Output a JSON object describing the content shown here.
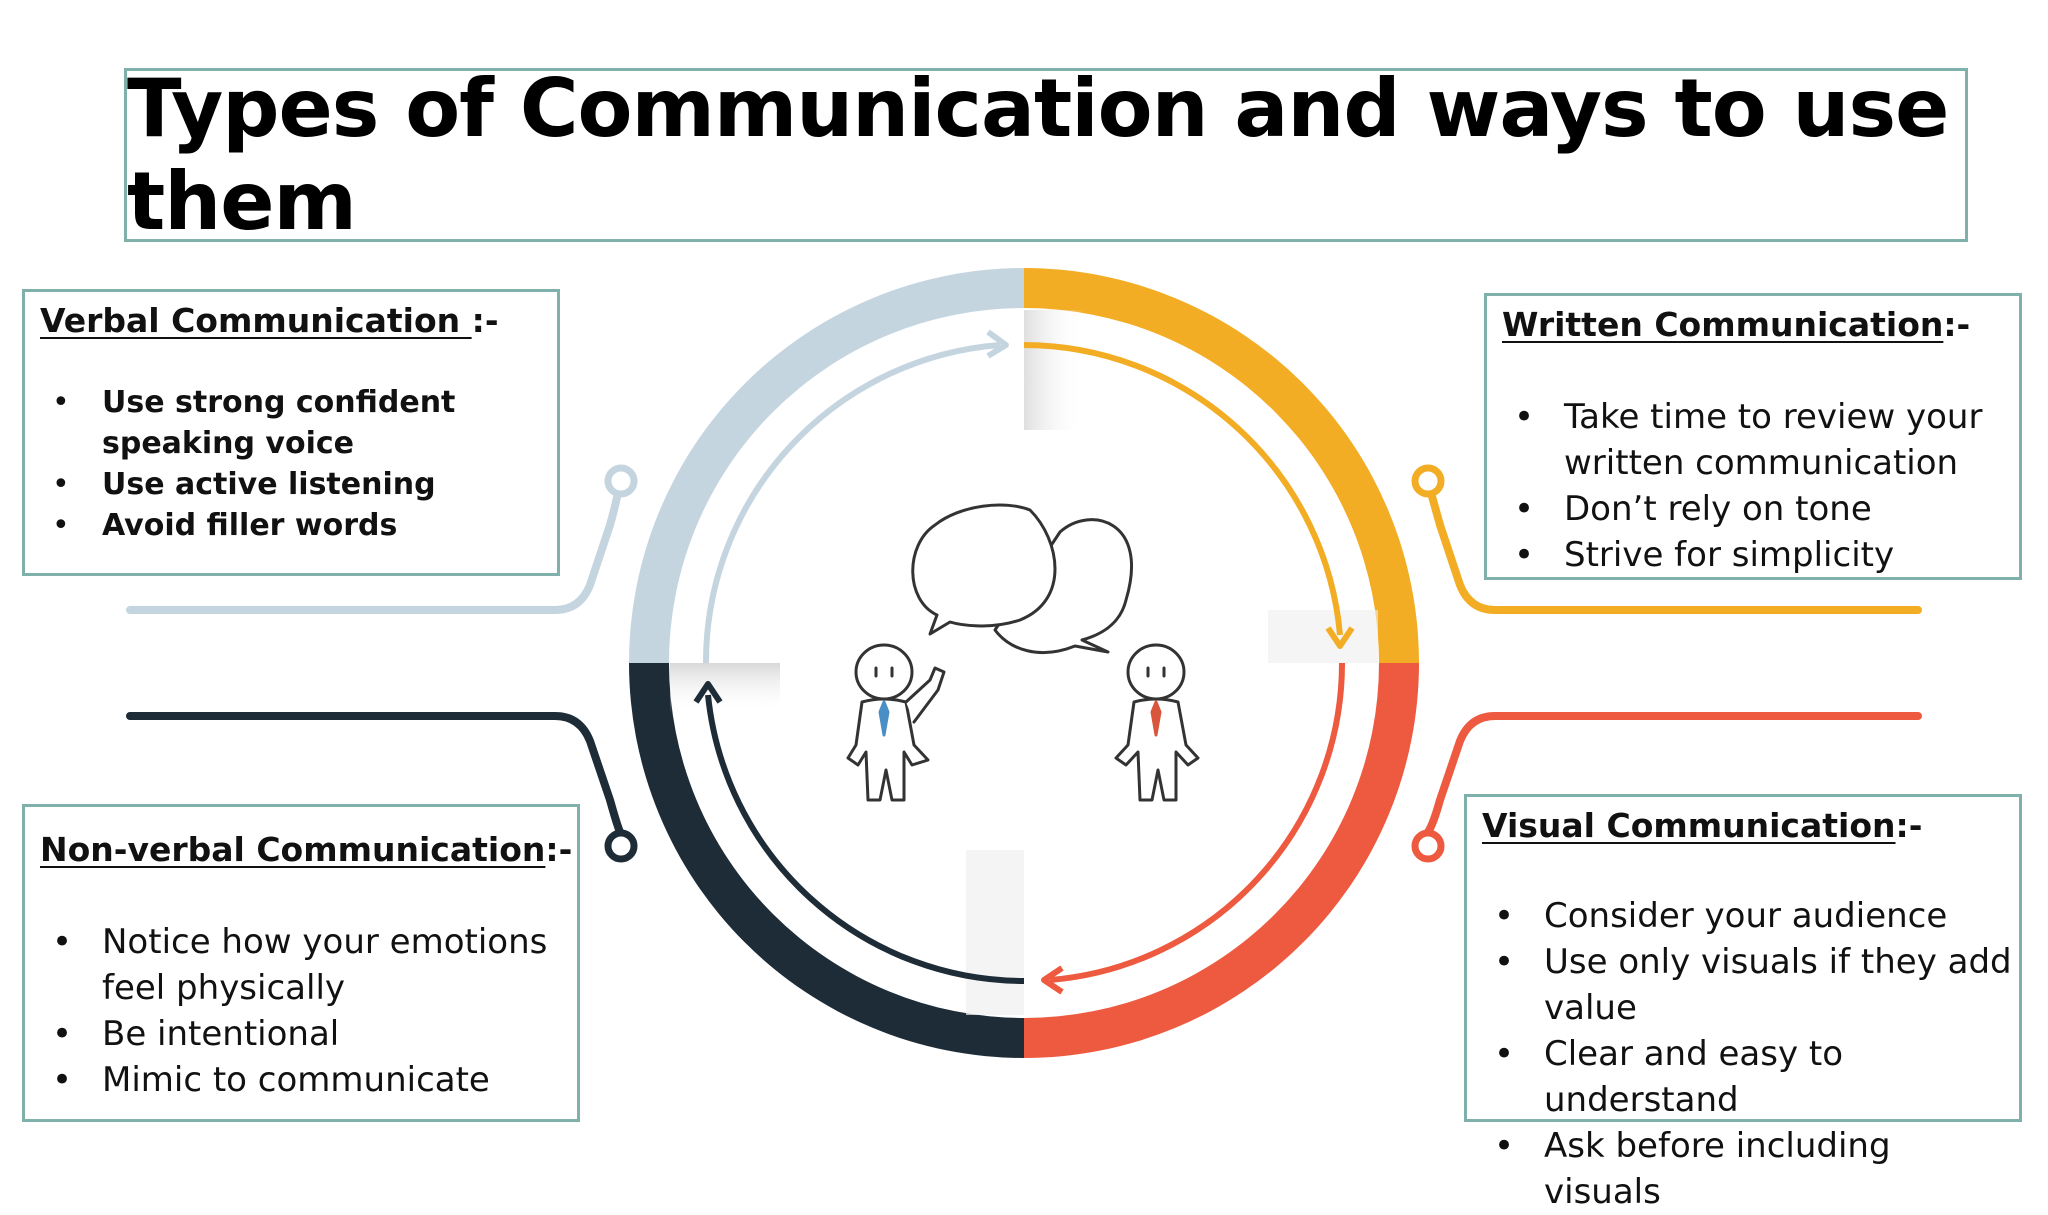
{
  "title": "Types of Communication and ways to use them",
  "colors": {
    "verbal": "#c5d5e0",
    "written": "#f3ad24",
    "visual": "#ee5a3f",
    "nonverbal": "#1e2c38",
    "frame": "#7fb0a9",
    "tie_left": "#4a8ec6",
    "tie_right": "#d9563c"
  },
  "cards": {
    "verbal": {
      "heading": "Verbal Communication ",
      "suffix": ":-",
      "items": [
        "Use strong confident speaking voice",
        "Use active listening",
        "Avoid filler words"
      ]
    },
    "written": {
      "heading": "Written Communication",
      "suffix": ":-",
      "items": [
        "Take time to review your written communication",
        "Don’t rely on tone",
        "Strive for simplicity"
      ]
    },
    "nonverbal": {
      "heading": "Non-verbal Communication",
      "suffix": ":-",
      "items": [
        "Notice how your emotions feel physically",
        "Be intentional",
        "Mimic to communicate"
      ]
    },
    "visual": {
      "heading": "Visual Communication",
      "suffix": ":-",
      "items": [
        "Consider your audience",
        "Use only visuals if they add value",
        "Clear and easy to understand",
        "Ask before including visuals"
      ]
    }
  },
  "center_icon": "two-people-talking-icon"
}
